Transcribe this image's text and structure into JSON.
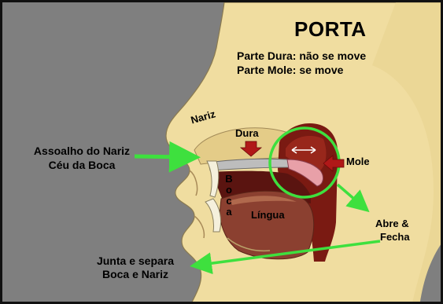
{
  "title": "PORTA",
  "subtitle": [
    "Parte Dura: não se move",
    "Parte Mole: se move"
  ],
  "labels": {
    "nariz": "Nariz",
    "dura": "Dura",
    "mole": "Mole",
    "assoalho": [
      "Assoalho do Nariz",
      "Céu da Boca"
    ],
    "boca": [
      "B",
      "o",
      "c",
      "a"
    ],
    "lingua": "Língua",
    "abre": [
      "Abre &",
      "Fecha"
    ],
    "junta": [
      "Junta e separa",
      "Boca e Nariz"
    ]
  },
  "colors": {
    "background_gray": "#7f7f7f",
    "skin": "#f0dda0",
    "arrow_green": "#3ee03e",
    "arrow_red": "#b01818",
    "cavity_red": "#7a1a12",
    "tongue": "#8b4030",
    "teeth": "#f5f0dc"
  },
  "icons": [
    "arrow-right-icon",
    "arrow-down-icon",
    "arrow-left-icon",
    "highlight-circle"
  ]
}
